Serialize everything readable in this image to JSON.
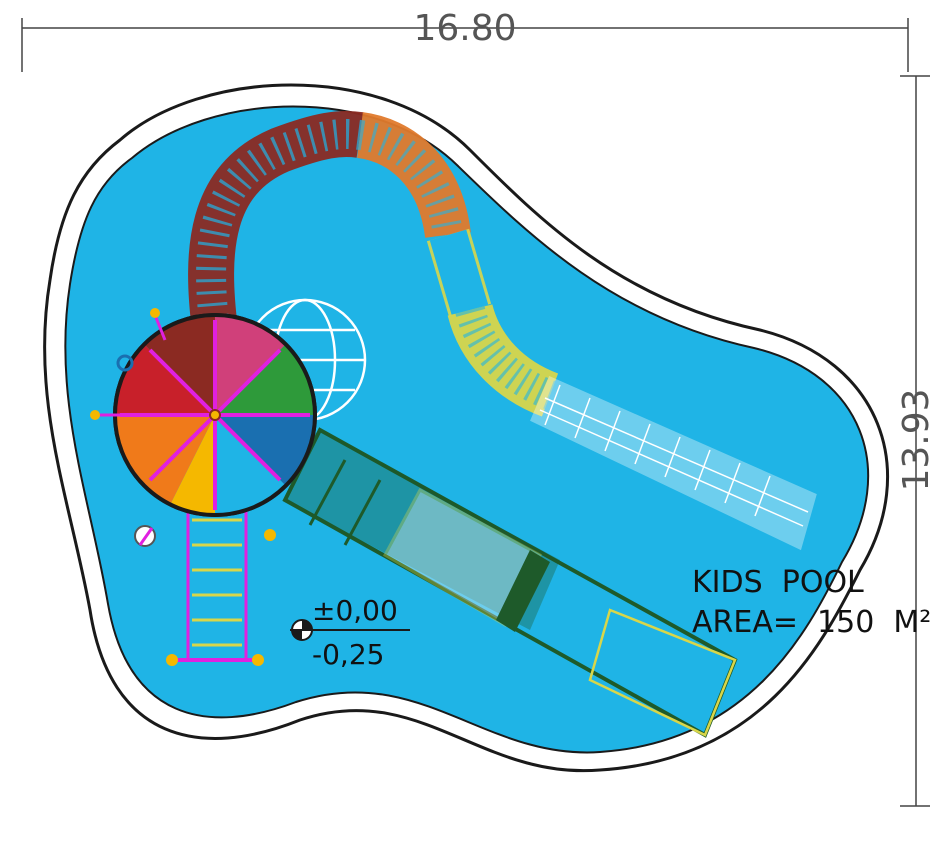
{
  "dimensions": {
    "width": "16.80",
    "height": "13.93"
  },
  "levels": {
    "top": "±0,00",
    "bottom": "-0,25"
  },
  "label": {
    "line1": "KIDS  POOL",
    "line2": "AREA=  150  M²"
  },
  "colors": {
    "water": "#1fb4e6",
    "deck": "#ffffff",
    "outline": "#1a1a1a",
    "slide_dark": "#8b2a22",
    "slide_orange": "#e07a2c",
    "slide_yellow": "#d8d64a",
    "slide_green": "#1e5a2a",
    "tower_red": "#c8202a",
    "tower_pink": "#d0407a",
    "tower_green": "#2e9a3a",
    "tower_blue": "#1a6fb0",
    "tower_yellow": "#f5b800",
    "tower_orange": "#f07a1a",
    "magenta": "#e020e0"
  }
}
